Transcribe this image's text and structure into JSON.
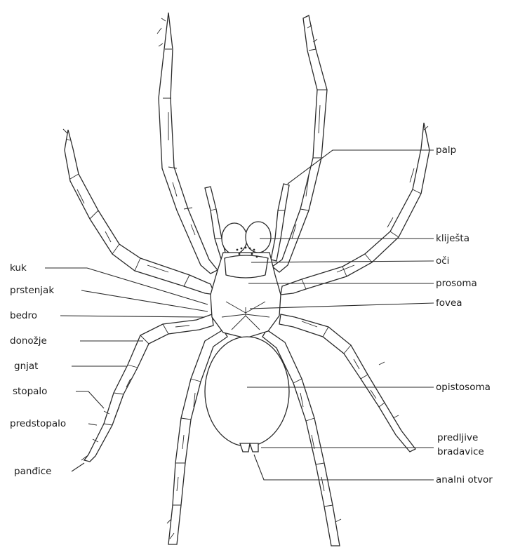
{
  "diagram": {
    "labels": {
      "palp": "palp",
      "klijesta": "kliješta",
      "oci": "oči",
      "prosoma": "prosoma",
      "fovea": "fovea",
      "opistosoma": "opistosoma",
      "predljive": "predljive",
      "bradavice": "bradavice",
      "analni_otvor": "analni otvor",
      "kuk": "kuk",
      "prstenjak": "prstenjak",
      "bedro": "bedro",
      "donozje": "donožje",
      "gnjat": "gnjat",
      "stopalo": "stopalo",
      "predstopalo": "predstopalo",
      "pandice": "panđice"
    }
  }
}
